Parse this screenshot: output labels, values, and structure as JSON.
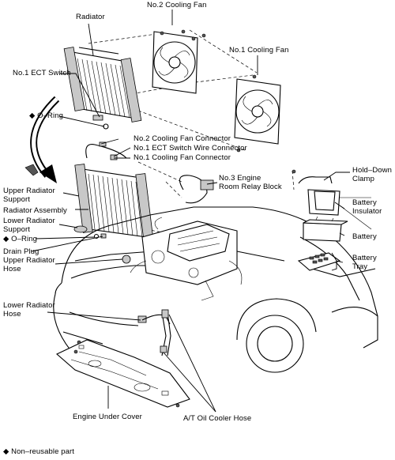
{
  "labels": {
    "radiator": "Radiator",
    "no2_cooling_fan": "No.2 Cooling Fan",
    "no1_cooling_fan": "No.1 Cooling Fan",
    "no1_ect_switch": "No.1 ECT Switch",
    "o_ring_top": "◆ O–Ring",
    "no2_cooling_fan_connector": "No.2 Cooling Fan Connector",
    "no1_ect_switch_wire_connector": "No.1 ECT Switch Wire Connector",
    "no1_cooling_fan_connector": "No.1 Cooling Fan Connector",
    "no3_engine_room_relay_block": "No.3 Engine\nRoom Relay Block",
    "hold_down_clamp": "Hold–Down\nClamp",
    "battery_insulator": "Battery\nInsulator",
    "battery": "Battery",
    "battery_tray": "Battery\nTray",
    "upper_radiator_support": "Upper Radiator\nSupport",
    "radiator_assembly": "Radiator Assembly",
    "lower_radiator_support": "Lower Radiator\nSupport",
    "o_ring_bottom": "◆ O–Ring",
    "drain_plug": "Drain Plug",
    "upper_radiator_hose": "Upper Radiator\nHose",
    "lower_radiator_hose": "Lower Radiator\nHose",
    "engine_under_cover": "Engine Under Cover",
    "at_oil_cooler_hose": "A/T Oil Cooler Hose",
    "legend": "◆ Non–reusable part"
  }
}
